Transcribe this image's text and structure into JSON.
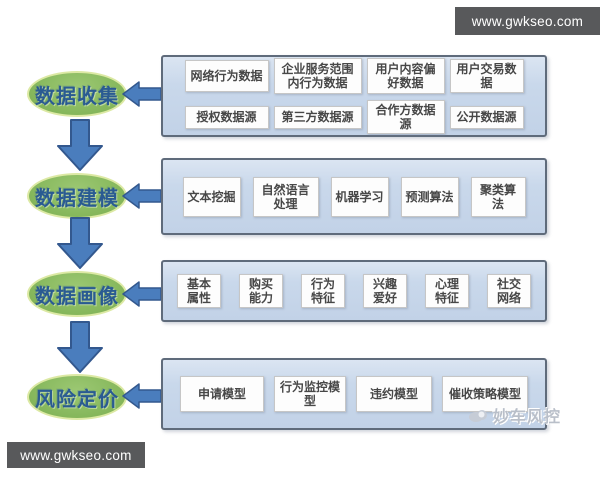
{
  "page": {
    "top_bar_text": "www.gwkseo.com",
    "bottom_bar_text": "www.gwkseo.com",
    "corner_watermark": "妙车风控"
  },
  "colors": {
    "arrow_blue": "#4a7dbd",
    "arrow_border": "#33588e",
    "ellipse_green": "#88b95e",
    "ellipse_border": "#dce9a4",
    "panel_blue": "#c9d8eb",
    "panel_border": "#5f6b7b",
    "bar_gray": "#58595b",
    "stage_text_blue": "#2a5b92"
  },
  "flow": {
    "stages": [
      {
        "label": "数据收集",
        "rows": [
          [
            "网络行为数据",
            "企业服务范围\n内行为数据",
            "用户内容偏\n好数据",
            "用户交易数据"
          ],
          [
            "授权数据源",
            "第三方数据源",
            "合作方数据源",
            "公开数据源"
          ]
        ]
      },
      {
        "label": "数据建模",
        "rows": [
          [
            "文本挖掘",
            "自然语言\n处理",
            "机器学习",
            "预测算法",
            "聚类算法"
          ]
        ]
      },
      {
        "label": "数据画像",
        "rows": [
          [
            "基本\n属性",
            "购买\n能力",
            "行为\n特征",
            "兴趣\n爱好",
            "心理\n特征",
            "社交\n网络"
          ]
        ]
      },
      {
        "label": "风险定价",
        "rows": [
          [
            "申请模型",
            "行为监控模\n型",
            "违约模型",
            "催收策略模型"
          ]
        ]
      }
    ]
  }
}
